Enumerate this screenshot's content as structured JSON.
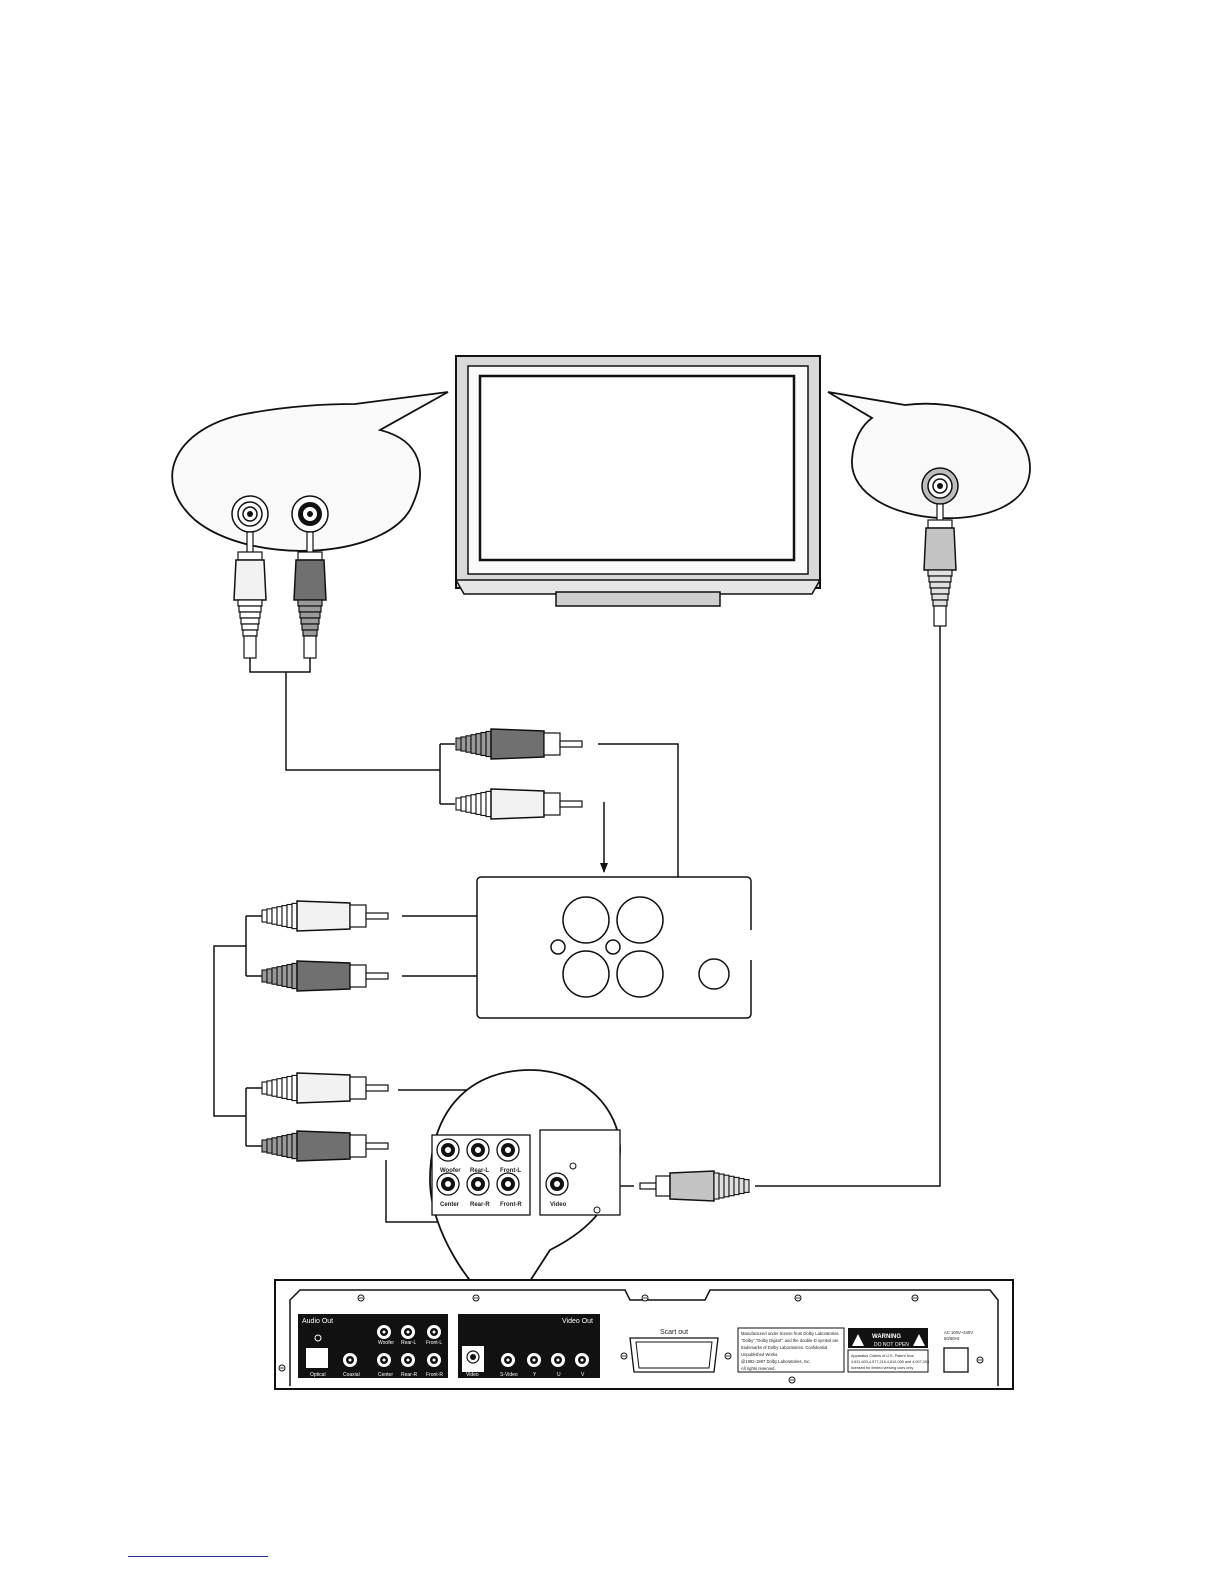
{
  "amp_ports": {
    "woofer": "Woofer",
    "rear_l": "Rear-L",
    "front_l": "Front-L",
    "center": "Center",
    "rear_r": "Rear-R",
    "front_r": "Front-R",
    "video": "Video"
  },
  "dvd_back": {
    "audio_out": "Audio Out",
    "video_out": "Video Out",
    "scart_out": "Scart out",
    "optical": "Optical",
    "coaxial": "Coaxial",
    "center": "Center",
    "rear_r": "Rear-R",
    "front_r": "Front-R",
    "woofer": "Woofer",
    "rear_l": "Rear-L",
    "front_l": "Front-L",
    "video": "Video",
    "s_video": "S-Video",
    "y": "Y",
    "u": "U",
    "v": "V",
    "dolby_text": [
      "Manufactured under license from Dolby Laboratories.",
      "\"Dolby\",\"Dolby Digital\", and the double-D symbol are",
      "trademarks of Dolby Laboratories. Confidential",
      "Unpublished Works.",
      "@1992-1997 Dolby Laboratories, Inc.",
      "All rights reserved."
    ],
    "warning_title": "WARNING",
    "warning_sub": "DO NOT OPEN",
    "patent_text": [
      "Apparatus Claims of U.S. Patent Nos.",
      "4,631,603,4,577,216,4,819,098 and 4,907,093",
      "licensed for limited viewing uses only"
    ],
    "power_text": [
      "AC 100V~240V",
      "50/60Hz"
    ]
  },
  "colors": {
    "line": "#111111",
    "plug_dark": "#707070",
    "plug_light": "#f2f2f2",
    "dvd_panel": "#111111"
  }
}
